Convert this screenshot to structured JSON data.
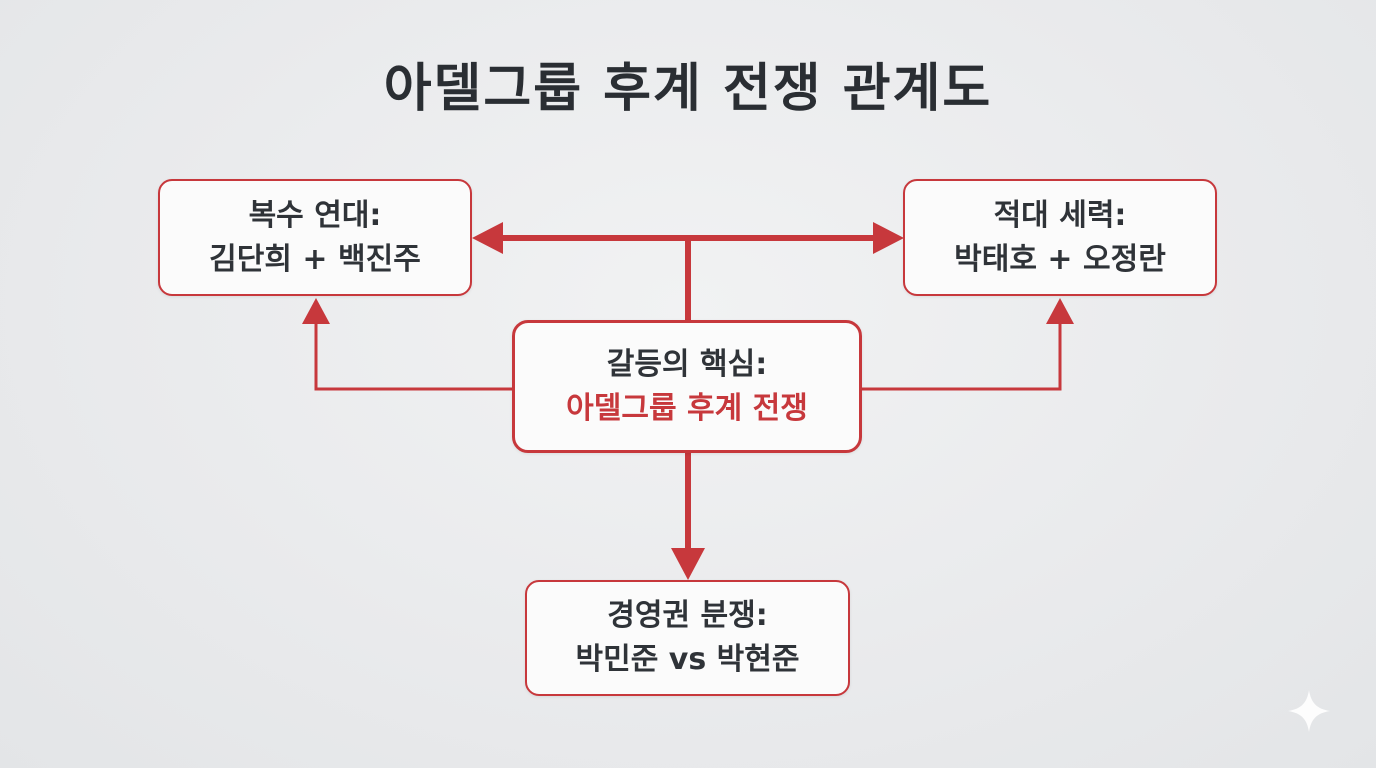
{
  "title": "아델그룹 후계 전쟁 관계도",
  "nodes": {
    "left": {
      "line1": "복수 연대:",
      "line2": "김단희 + 백진주"
    },
    "right": {
      "line1": "적대 세력:",
      "line2": "박태호 + 오정란"
    },
    "center": {
      "line1": "갈등의 핵심:",
      "line2": "아델그룹 후계 전쟁"
    },
    "bottom": {
      "line1": "경영권 분쟁:",
      "line2": "박민준 vs 박현준"
    }
  },
  "colors": {
    "accent": "#c7383c",
    "text": "#2f3338",
    "box_background": "#fbfbfb",
    "page_background": "#eceef0"
  },
  "icons": {
    "corner": "sparkle-icon"
  }
}
